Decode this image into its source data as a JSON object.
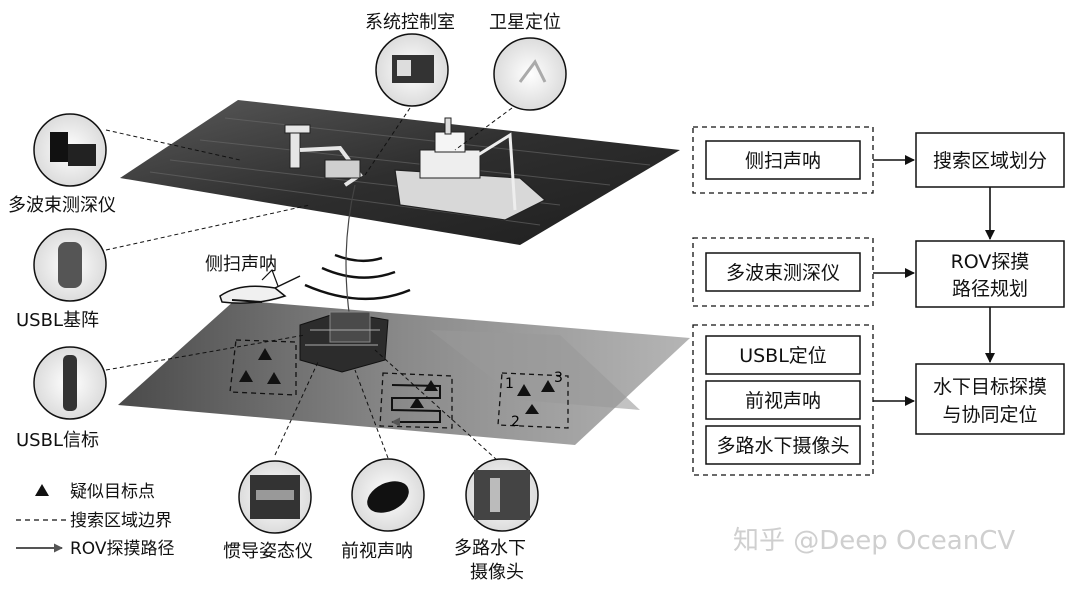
{
  "figure": {
    "labels": {
      "control_room": "系统控制室",
      "satellite": "卫星定位",
      "multibeam": "多波束测深仪",
      "usbl_array": "USBL基阵",
      "usbl_beacon": "USBL信标",
      "side_scan_center": "侧扫声呐",
      "ins": "惯导姿态仪",
      "forward_sonar": "前视声呐",
      "camera_line1": "多路水下",
      "camera_line2": "摄像头"
    },
    "target_numbers": [
      "1",
      "2",
      "3"
    ],
    "legend": {
      "target": "疑似目标点",
      "boundary": "搜索区域边界",
      "path": "ROV探摸路径"
    }
  },
  "flow": {
    "sensors_group1": [
      "侧扫声呐"
    ],
    "sensors_group2": [
      "多波束测深仪"
    ],
    "sensors_group3": [
      "USBL定位",
      "前视声呐",
      "多路水下摄像头"
    ],
    "step1": "搜索区域划分",
    "step2_line1": "ROV探摸",
    "step2_line2": "路径规划",
    "step3_line1": "水下目标探摸",
    "step3_line2": "与协同定位"
  },
  "watermark": "知乎 @Deep OceanCV",
  "colors": {
    "sea_dark": "#3a3a3a",
    "seabed": "#7a7a7a",
    "line": "#111111"
  }
}
